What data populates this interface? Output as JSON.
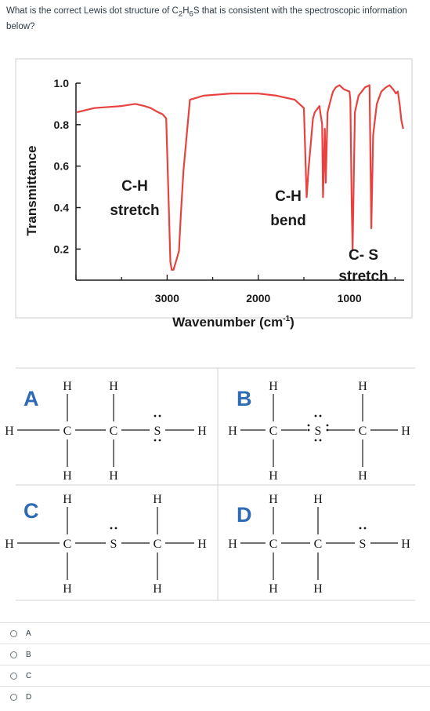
{
  "question": {
    "prefix": "What is the correct Lewis dot structure of C",
    "sub1": "2",
    "mid1": "H",
    "sub2": "6",
    "suffix": "S that is consistent with the spectroscopic information below?"
  },
  "chart_data": {
    "type": "line",
    "xlabel": "Wavenumber (cm",
    "xlabel_sup": "-1",
    "ylabel": "Transmittance",
    "x_ticks": [
      "3000",
      "2000",
      "1000"
    ],
    "y_ticks": [
      "1.0",
      "0.8",
      "0.6",
      "0.4",
      "0.2"
    ],
    "ylim": [
      0.05,
      1.0
    ],
    "xlim": [
      4000,
      400
    ],
    "line_color": "#e8423f",
    "x_reversed": true,
    "series": [
      {
        "x": [
          3990,
          3800,
          3500,
          3350,
          3250,
          3180,
          3100,
          3050,
          3010,
          2980,
          2965,
          2950,
          2930,
          2910,
          2870,
          2850,
          2820,
          2750,
          2600,
          2300,
          2000,
          1800,
          1600,
          1500,
          1470,
          1450,
          1400,
          1380,
          1330,
          1300,
          1290,
          1270,
          1260,
          1240,
          1200,
          1180,
          1150,
          1110,
          1060,
          1000,
          990,
          975,
          965,
          940,
          900,
          830,
          780,
          760,
          740,
          700,
          650,
          600,
          560,
          520,
          490,
          470,
          450,
          430,
          410
        ],
        "y": [
          0.86,
          0.88,
          0.89,
          0.9,
          0.89,
          0.88,
          0.86,
          0.85,
          0.83,
          0.38,
          0.14,
          0.1,
          0.1,
          0.13,
          0.19,
          0.36,
          0.58,
          0.92,
          0.94,
          0.95,
          0.95,
          0.94,
          0.92,
          0.88,
          0.45,
          0.58,
          0.83,
          0.86,
          0.89,
          0.8,
          0.45,
          0.78,
          0.52,
          0.86,
          0.93,
          0.96,
          0.98,
          0.99,
          0.97,
          0.96,
          0.92,
          0.4,
          0.2,
          0.86,
          0.94,
          0.98,
          0.99,
          0.3,
          0.75,
          0.9,
          0.96,
          0.98,
          0.99,
          0.97,
          0.95,
          0.96,
          0.9,
          0.82,
          0.78
        ]
      }
    ],
    "annotations": {
      "ch_stretch_1": "C-H",
      "ch_stretch_2": "stretch",
      "ch_bend_1": "C-H",
      "ch_bend_2": "bend",
      "cs_stretch_1": "C- S",
      "cs_stretch_2": "stretch"
    }
  },
  "structures": {
    "letters": {
      "A": "A",
      "B": "B",
      "C": "C",
      "D": "D"
    },
    "atoms": {
      "H": "H",
      "C": "C",
      "S": "S"
    },
    "letter_color": "#2e6bb5"
  },
  "answer_options": [
    "A",
    "B",
    "C",
    "D"
  ]
}
